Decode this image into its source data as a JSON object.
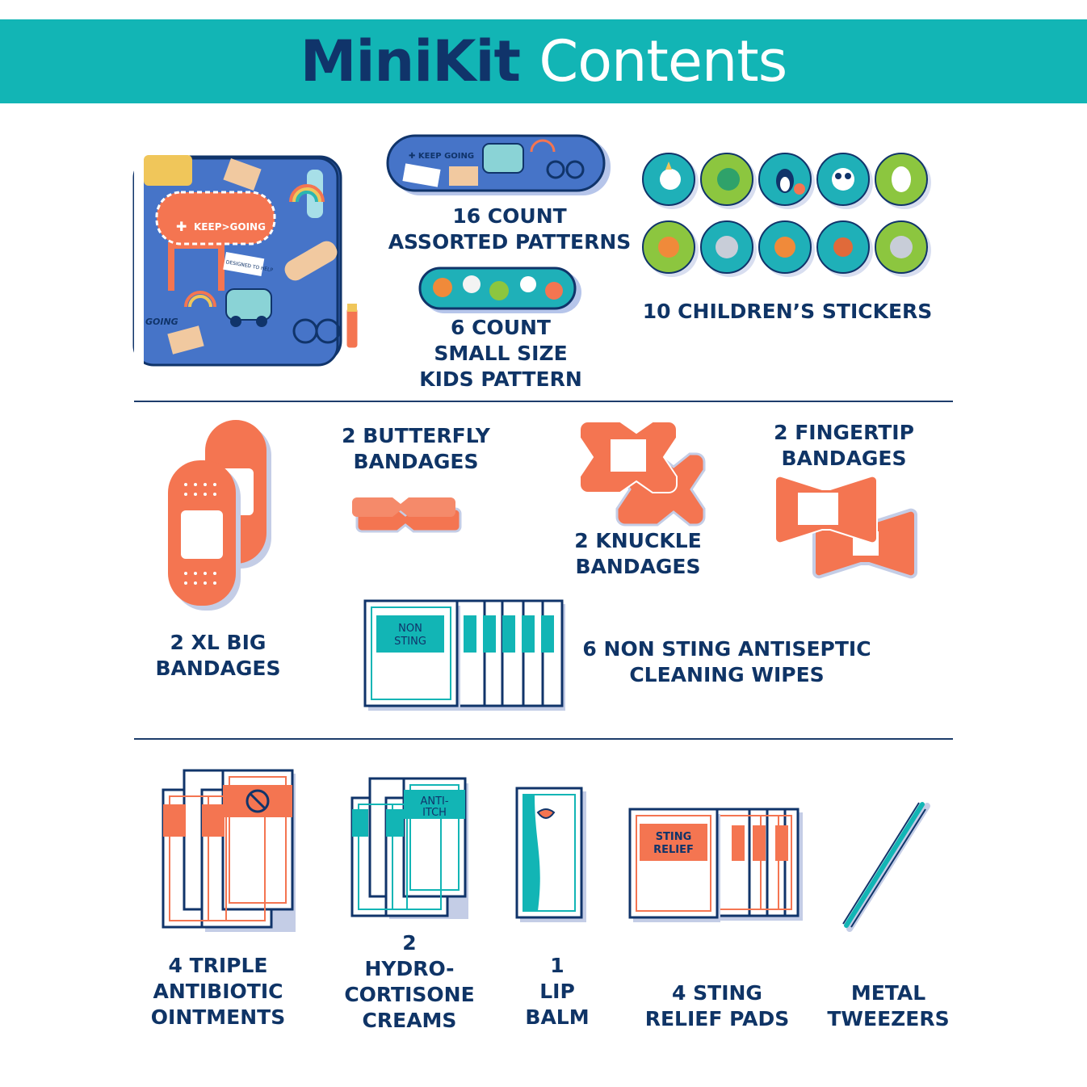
{
  "header": {
    "brand": "MiniKit",
    "title": "Contents"
  },
  "colors": {
    "teal": "#12b5b5",
    "navy": "#10346a",
    "orange": "#f47551",
    "blue": "#3e6bbf"
  },
  "pouch": {
    "logo_text": "KEEP>GOING",
    "tag_text": "DESIGNED TO HELP",
    "side_text": "GOING"
  },
  "items": {
    "assorted": {
      "lines": [
        "16 COUNT",
        "ASSORTED PATTERNS"
      ]
    },
    "small_kids": {
      "lines": [
        "6 COUNT",
        "SMALL SIZE",
        "KIDS PATTERN"
      ]
    },
    "stickers": {
      "label": "10 CHILDREN’S STICKERS"
    },
    "butterfly": {
      "lines": [
        "2 BUTTERFLY",
        "BANDAGES"
      ]
    },
    "knuckle": {
      "lines": [
        "2 KNUCKLE",
        "BANDAGES"
      ]
    },
    "fingertip": {
      "lines": [
        "2 FINGERTIP",
        "BANDAGES"
      ]
    },
    "xl": {
      "lines": [
        "2 XL BIG",
        "BANDAGES"
      ]
    },
    "wipes": {
      "lines": [
        "6 NON STING ANTISEPTIC",
        "CLEANING WIPES"
      ],
      "pack_text": [
        "NON",
        "STING"
      ]
    },
    "ointment": {
      "lines": [
        "4 TRIPLE",
        "ANTIBIOTIC",
        "OINTMENTS"
      ]
    },
    "cream": {
      "lines": [
        "2",
        "HYDRO-",
        "CORTISONE",
        "CREAMS"
      ],
      "pack_text": [
        "ANTI-",
        "ITCH"
      ]
    },
    "lipbalm": {
      "lines": [
        "1",
        "LIP",
        "BALM"
      ]
    },
    "sting": {
      "lines": [
        "4 STING",
        "RELIEF PADS"
      ],
      "pack_text": [
        "STING",
        "RELIEF"
      ]
    },
    "tweezers": {
      "lines": [
        "METAL",
        "TWEEZERS"
      ]
    }
  }
}
